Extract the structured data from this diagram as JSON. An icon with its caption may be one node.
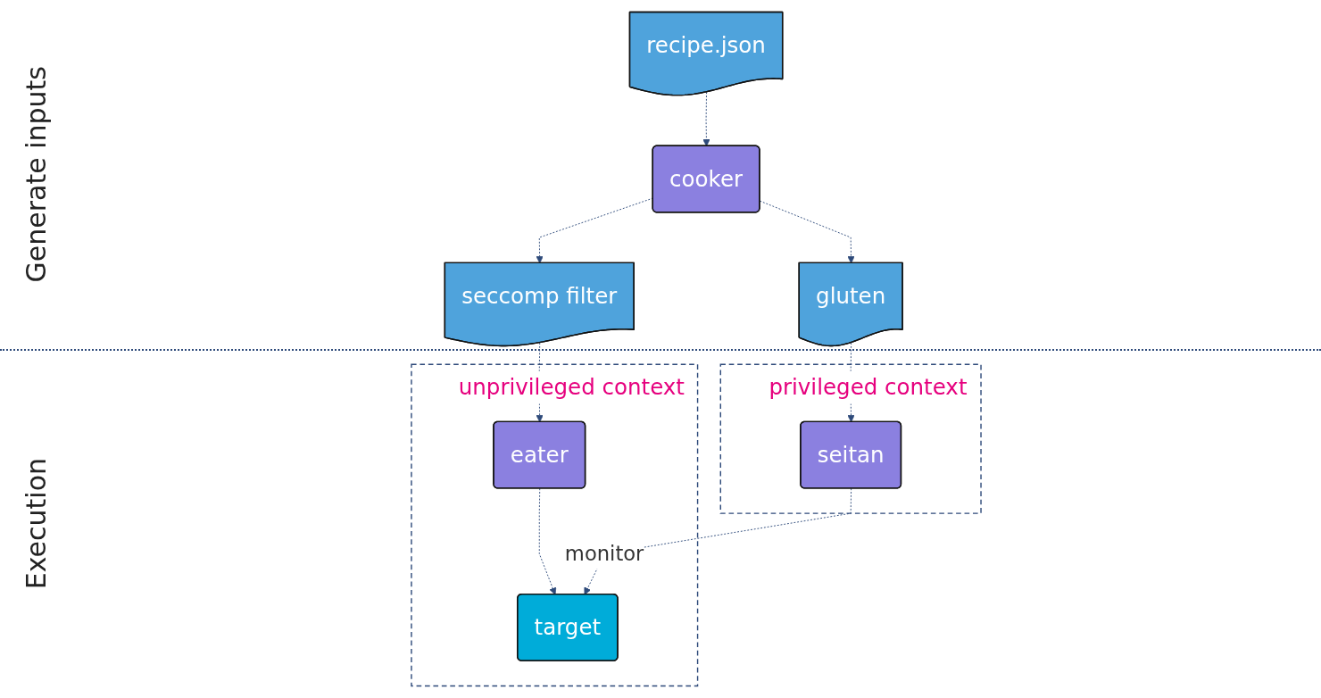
{
  "diagram": {
    "nodes": [
      {
        "text": [
          "recipe.json"
        ]
      },
      {
        "text": [
          "cooker"
        ]
      },
      {
        "text": [
          "gluten"
        ]
      },
      {
        "text": [
          "seccomp filter"
        ]
      },
      {
        "text": [
          "privileged context"
        ]
      },
      {
        "text": [
          "seitan"
        ],
        "in": 4
      },
      {
        "text": [
          "unprivileged context"
        ]
      },
      {
        "text": [
          "eater"
        ],
        "in": 6
      },
      {
        "text": [
          "target"
        ],
        "in": 6
      }
    ],
    "edges": [
      {
        "from": 0,
        "to": 1,
        "arrow": "to",
        "style": "dashed"
      },
      {
        "from": 1,
        "to": 2,
        "arrow": "to",
        "style": "dashed"
      },
      {
        "from": 1,
        "to": 3,
        "arrow": "to",
        "style": "dashed"
      },
      {
        "from": 2,
        "to": 5,
        "arrow": "to",
        "style": "dashed"
      },
      {
        "from": 3,
        "to": 7,
        "arrow": "to",
        "style": "dashed"
      },
      {
        "from": 7,
        "to": 8,
        "arrow": "to",
        "style": "dashed"
      },
      {
        "from": 5,
        "to": 8,
        "label": "monitor",
        "arrow": "to",
        "style": "dashed"
      }
    ],
    "labels": [
      "Generate inputs",
      "Execution"
    ]
  }
}
